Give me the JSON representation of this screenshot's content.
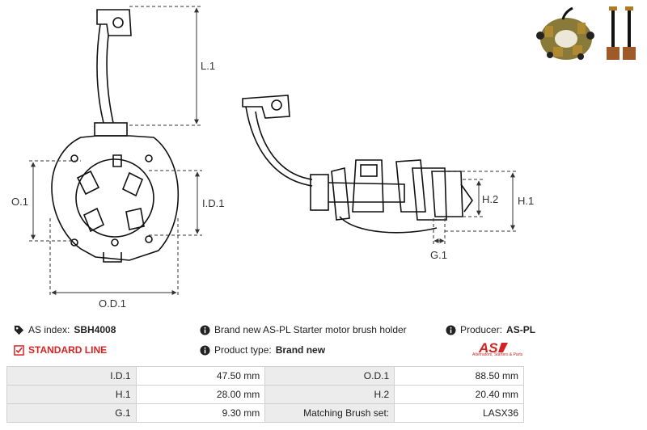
{
  "drawing": {
    "front_labels": {
      "l1": "L.1",
      "o1": "O.1",
      "id1": "I.D.1",
      "od1": "O.D.1"
    },
    "side_labels": {
      "h1": "H.1",
      "h2": "H.2",
      "g1": "G.1"
    }
  },
  "info": {
    "as_index_label": "AS index:",
    "as_index_value": "SBH4008",
    "description": "Brand new AS-PL Starter motor brush holder",
    "producer_label": "Producer:",
    "producer_value": "AS-PL",
    "standard_line": "STANDARD LINE",
    "product_type_label": "Product type:",
    "product_type_value": "Brand new"
  },
  "logo": {
    "brand": "AS",
    "tagline": "Alternators, Starters & Parts",
    "color": "#d22222"
  },
  "specs": [
    {
      "l1": "I.D.1",
      "v1": "47.50 mm",
      "l2": "O.D.1",
      "v2": "88.50 mm"
    },
    {
      "l1": "H.1",
      "v1": "28.00 mm",
      "l2": "H.2",
      "v2": "20.40 mm"
    },
    {
      "l1": "G.1",
      "v1": "9.30 mm",
      "l2": "Matching Brush set:",
      "v2": "LASX36"
    }
  ]
}
